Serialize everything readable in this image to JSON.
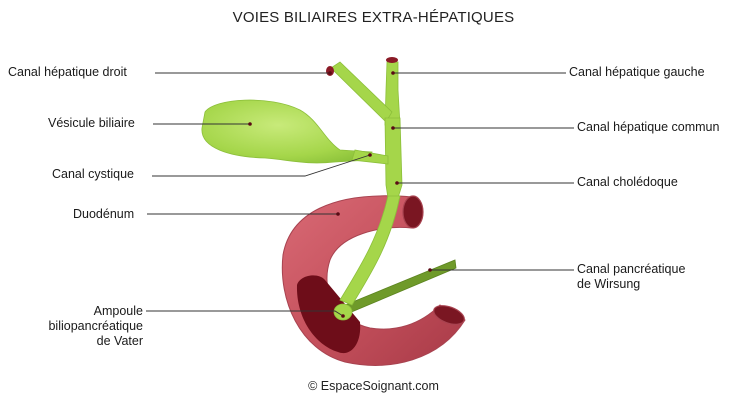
{
  "title": "VOIES BILIAIRES EXTRA-HÉPATIQUES",
  "labels": {
    "canal_hepatique_droit": "Canal hépatique droit",
    "vesicule_biliaire": "Vésicule biliaire",
    "canal_cystique": "Canal cystique",
    "duodenum": "Duodénum",
    "ampoule": "Ampoule\nbiliopancréatique\nde Vater",
    "canal_hepatique_gauche": "Canal hépatique gauche",
    "canal_hepatique_commun": "Canal hépatique commun",
    "canal_choledoque": "Canal cholédoque",
    "canal_wirsung": "Canal pancréatique\nde Wirsung"
  },
  "copyright": "© EspaceSoignant.com",
  "colors": {
    "bile_green": "#a5d64a",
    "bile_green_dark": "#7fb02c",
    "duodenum_red": "#c5515d",
    "duodenum_dark": "#6e0d19",
    "pancreatic_duct": "#6f9a2a",
    "leader_line": "#333333"
  }
}
